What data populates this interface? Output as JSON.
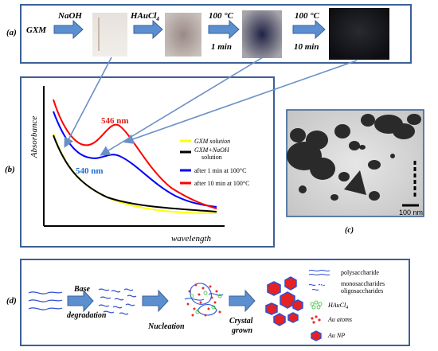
{
  "panel_a": {
    "label": "(a)",
    "steps": [
      "GXM",
      "NaOH",
      "HAuCl",
      "100 °C",
      "1 min",
      "100 °C",
      "10 min"
    ],
    "hauc_sub": "4"
  },
  "panel_b": {
    "label": "(b)",
    "y_axis": "Absorbance",
    "x_axis": "wavelength",
    "peak_546": "546 nm",
    "peak_540": "540 nm",
    "legend": [
      {
        "text": "GXM solution",
        "color": "#ffff00"
      },
      {
        "text": "GXM+NaOH",
        "text2": "solution",
        "color": "#000000"
      },
      {
        "text": "after 1 min at 100°C",
        "color": "#0000ff"
      },
      {
        "text": "after 10 min at 100°C",
        "color": "#ff0000"
      }
    ]
  },
  "chart_data": {
    "type": "line",
    "xlabel": "wavelength",
    "ylabel": "Absorbance",
    "series": [
      {
        "name": "GXM solution",
        "color": "#ffff00"
      },
      {
        "name": "GXM+NaOH solution",
        "color": "#000000"
      },
      {
        "name": "after 1 min at 100°C",
        "color": "#0000ff"
      },
      {
        "name": "after 10 min at 100°C",
        "color": "#ff0000"
      }
    ],
    "annotations": [
      "546 nm",
      "540 nm"
    ]
  },
  "panel_c": {
    "label": "(c)",
    "scale": "100 nm"
  },
  "panel_d": {
    "label": "(d)",
    "steps": [
      "Base",
      "degradation",
      "Nucleation",
      "Crystal",
      "grown"
    ],
    "legend": [
      "polysaccharide",
      "monosaccharides",
      "oligosaccharides",
      "HAuCl",
      "Au atoms",
      "Au NP"
    ],
    "hauc_sub": "4"
  }
}
